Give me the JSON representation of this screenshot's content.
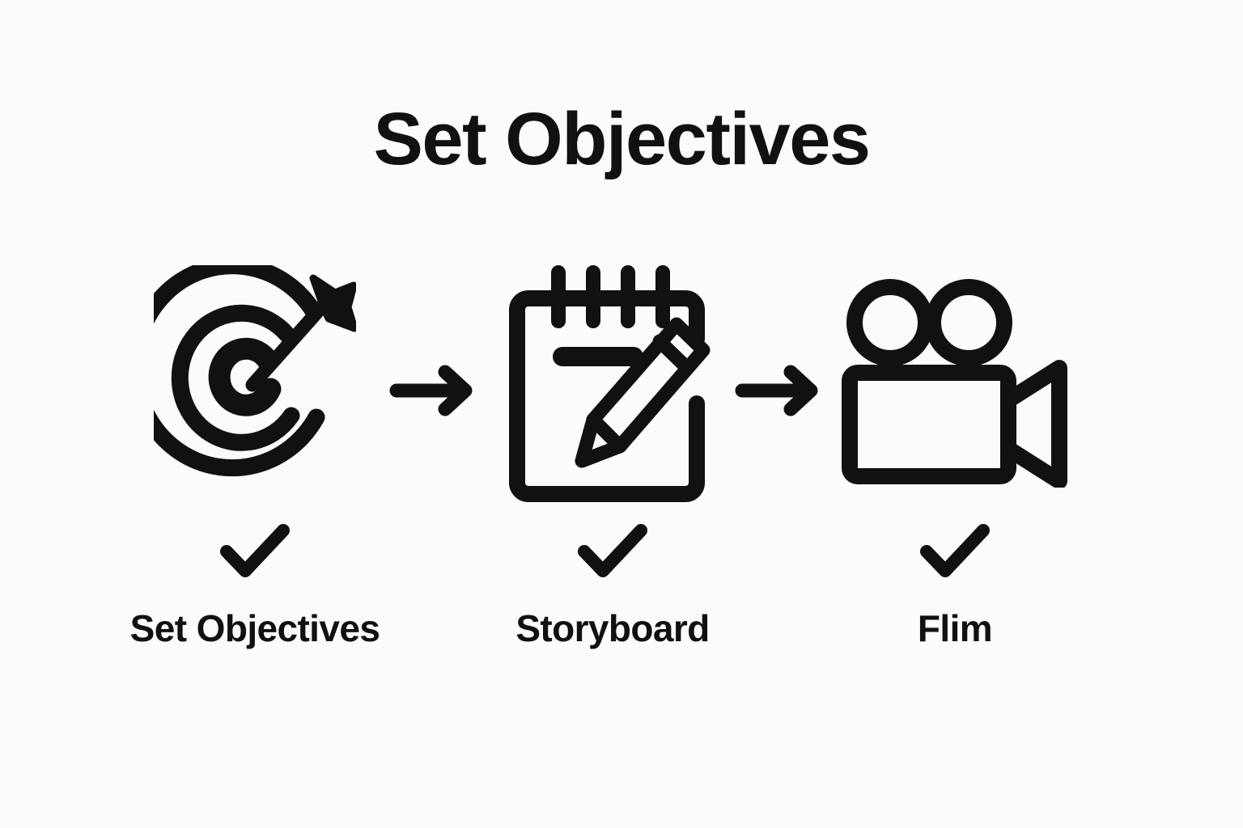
{
  "page": {
    "title": "Set Objectives",
    "background_color": "#fbfbfb",
    "ink_color": "#111111"
  },
  "flow": {
    "steps": [
      {
        "id": "set-objectives",
        "label": "Set Objectives",
        "icon": "target-arrow-icon",
        "check": "check-icon"
      },
      {
        "id": "storyboard",
        "label": "Storyboard",
        "icon": "notepad-pencil-icon",
        "check": "check-icon"
      },
      {
        "id": "flim",
        "label": "Flim",
        "icon": "film-camera-icon",
        "check": "check-icon"
      }
    ],
    "connectors": [
      {
        "id": "arrow-1",
        "icon": "arrow-right-icon"
      },
      {
        "id": "arrow-2",
        "icon": "arrow-right-icon"
      }
    ]
  }
}
